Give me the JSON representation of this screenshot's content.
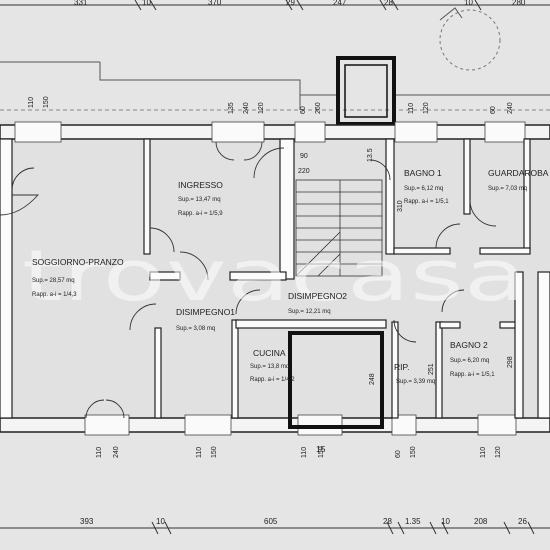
{
  "watermark": "trovacasa",
  "rooms": {
    "soggiorno": {
      "name": "SOGGIORNO-PRANZO",
      "sup": "Sup.= 28,57 mq",
      "rapp": "Rapp. a-i = 1/4,3"
    },
    "ingresso": {
      "name": "INGRESSO",
      "sup": "Sup.= 13,47 mq",
      "rapp": "Rapp. a-i = 1/5,9"
    },
    "bagno1": {
      "name": "BAGNO 1",
      "sup": "Sup.= 6,12 mq",
      "rapp": "Rapp. a-i = 1/5,1"
    },
    "guardaroba": {
      "name": "GUARDAROBA",
      "sup": "Sup.= 7,03 mq"
    },
    "disimpegno1": {
      "name": "DISIMPEGNO1",
      "sup": "Sup.= 3,08 mq"
    },
    "disimpegno2": {
      "name": "DISIMPEGNO2",
      "sup": "Sup.= 12,21 mq"
    },
    "cucina": {
      "name": "CUCINA",
      "sup": "Sup.= 13,8 mq",
      "rapp": "Rapp. a-i = 1/4,2"
    },
    "rip": {
      "name": "RIP.",
      "sup": "Sup.= 3,39 mq"
    },
    "bagno2": {
      "name": "BAGNO 2",
      "sup": "Sup.= 6,20 mq",
      "rapp": "Rapp. a-i = 1/5,1"
    }
  },
  "dims_top": [
    "331",
    "10",
    "370",
    "29",
    "247",
    "28",
    "10",
    "280"
  ],
  "dims_bottom": [
    "393",
    "10",
    "605",
    "28",
    "1.35",
    "10",
    "208",
    "26"
  ],
  "dims_openings": {
    "a110": "110",
    "a150": "150",
    "b135": "135",
    "b240": "240",
    "b120": "120",
    "c60": "60",
    "c260": "260",
    "d110": "110",
    "d120": "120",
    "d60": "60",
    "d240": "240",
    "e110": "110",
    "e240": "240",
    "f110": "110",
    "f150": "150",
    "g110": "110",
    "g150": "150",
    "h60": "60",
    "h150": "150",
    "i110": "110",
    "i120": "120"
  },
  "dims_inner": {
    "d90": "90",
    "d220": "220",
    "d310": "310",
    "d248": "248",
    "d251": "251",
    "d298": "298",
    "d135": "13.5",
    "stair_no": "15"
  }
}
